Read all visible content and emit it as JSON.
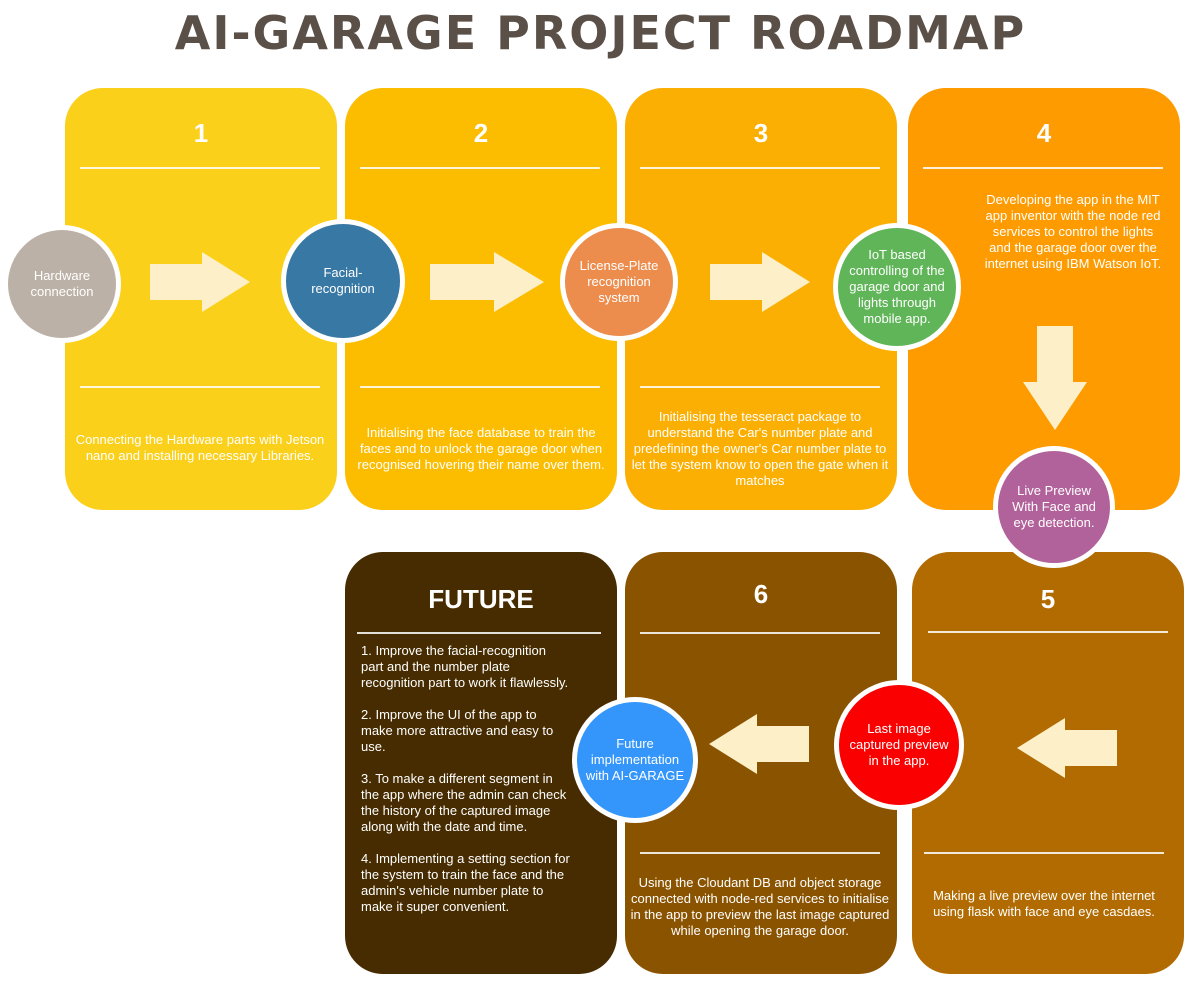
{
  "title": "AI-GARAGE PROJECT ROADMAP",
  "colors": {
    "card1": "#fbd01a",
    "card2": "#fcbd01",
    "card3": "#fcaf03",
    "card4": "#fd9b00",
    "card5": "#b16b00",
    "card6": "#8a5300",
    "future": "#462c00"
  },
  "cards": {
    "c1": {
      "number": "1",
      "description": "Connecting the Hardware parts with Jetson nano and installing necessary Libraries."
    },
    "c2": {
      "number": "2",
      "description": "Initialising the face database to train the faces and to unlock the garage door when recognised hovering their name over them."
    },
    "c3": {
      "number": "3",
      "description": "Initialising the tesseract package to understand the Car's number plate and predefining the owner's Car number plate to let the system know to open the gate when it matches"
    },
    "c4": {
      "number": "4",
      "description": "Developing the app in the MIT app inventor with the node red services to control the lights and the garage door over the internet using IBM Watson IoT."
    },
    "c5": {
      "number": "5",
      "description": "Making a live preview over the internet using flask with face and eye casdaes."
    },
    "c6": {
      "number": "6",
      "description": "Using the Cloudant DB and object storage connected with node-red services to initialise in the app to preview the last image captured while opening the garage door."
    }
  },
  "future": {
    "title": "FUTURE",
    "items": [
      "1. Improve the facial-recognition part and the number plate recognition part to work it flawlessly.",
      "2. Improve the UI of the app to make more attractive and easy to use.",
      "3. To make a different segment in the app where the admin can check the history of the captured image along with the date and time.",
      "4. Implementing a setting section for the system to train the face and the admin's vehicle number plate to make it super convenient."
    ]
  },
  "circles": {
    "hardware": "Hardware connection",
    "facial": "Facial-recognition",
    "plate": "License-Plate recognition system",
    "iot": "IoT based controlling of the garage door and lights through mobile app.",
    "live": "Live Preview With Face and eye detection.",
    "last_image": "Last image captured preview in the app.",
    "future_impl": "Future implementation with AI-GARAGE"
  }
}
